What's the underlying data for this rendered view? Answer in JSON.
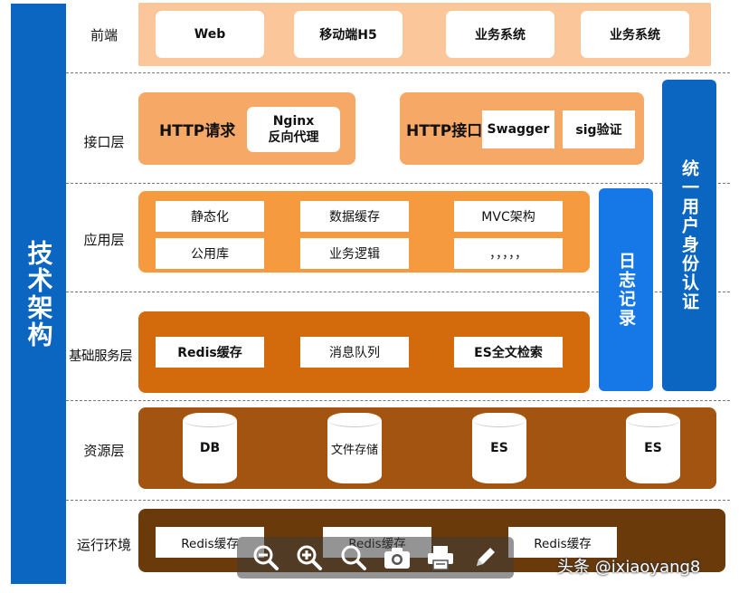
{
  "title": "技术架构",
  "layers": {
    "frontend": {
      "label": "前端",
      "boxes": [
        "Web",
        "移动端H5",
        "业务系统",
        "业务系统"
      ]
    },
    "interface": {
      "label": "接口层",
      "http_request": {
        "title": "HTTP请求",
        "box": "Nginx\n反向代理"
      },
      "http_api": {
        "title": "HTTP接口",
        "boxes": [
          "Swagger",
          "sig验证"
        ]
      }
    },
    "application": {
      "label": "应用层",
      "boxes": [
        "静态化",
        "数据缓存",
        "MVC架构",
        "公用库",
        "业务逻辑",
        "，，，，，"
      ]
    },
    "base_service": {
      "label": "基础服务层",
      "boxes": [
        "Redis缓存",
        "消息队列",
        "ES全文检索"
      ]
    },
    "resource": {
      "label": "资源层",
      "cylinders": [
        "DB",
        "文件存储",
        "ES",
        "ES"
      ]
    },
    "runtime": {
      "label": "运行环境",
      "boxes": [
        "Redis缓存",
        "Redis缓存",
        "Redis缓存"
      ]
    }
  },
  "side_bars": {
    "log": "日志记录",
    "auth": "统一用户身份认证"
  },
  "toolbar_icons": [
    "zoom-out-icon",
    "zoom-in-icon",
    "search-icon",
    "camera-icon",
    "print-icon",
    "pencil-icon"
  ],
  "watermark": "头条 @ixiaoyang8",
  "colors": {
    "blue": "#0b66c2",
    "side_blue": "#1677e6",
    "frontend": "#fbc79a",
    "interface": "#f6a966",
    "application": "#f59a3e",
    "base_service": "#d36b0c",
    "resource": "#a25410",
    "runtime": "#6a3a0b"
  }
}
